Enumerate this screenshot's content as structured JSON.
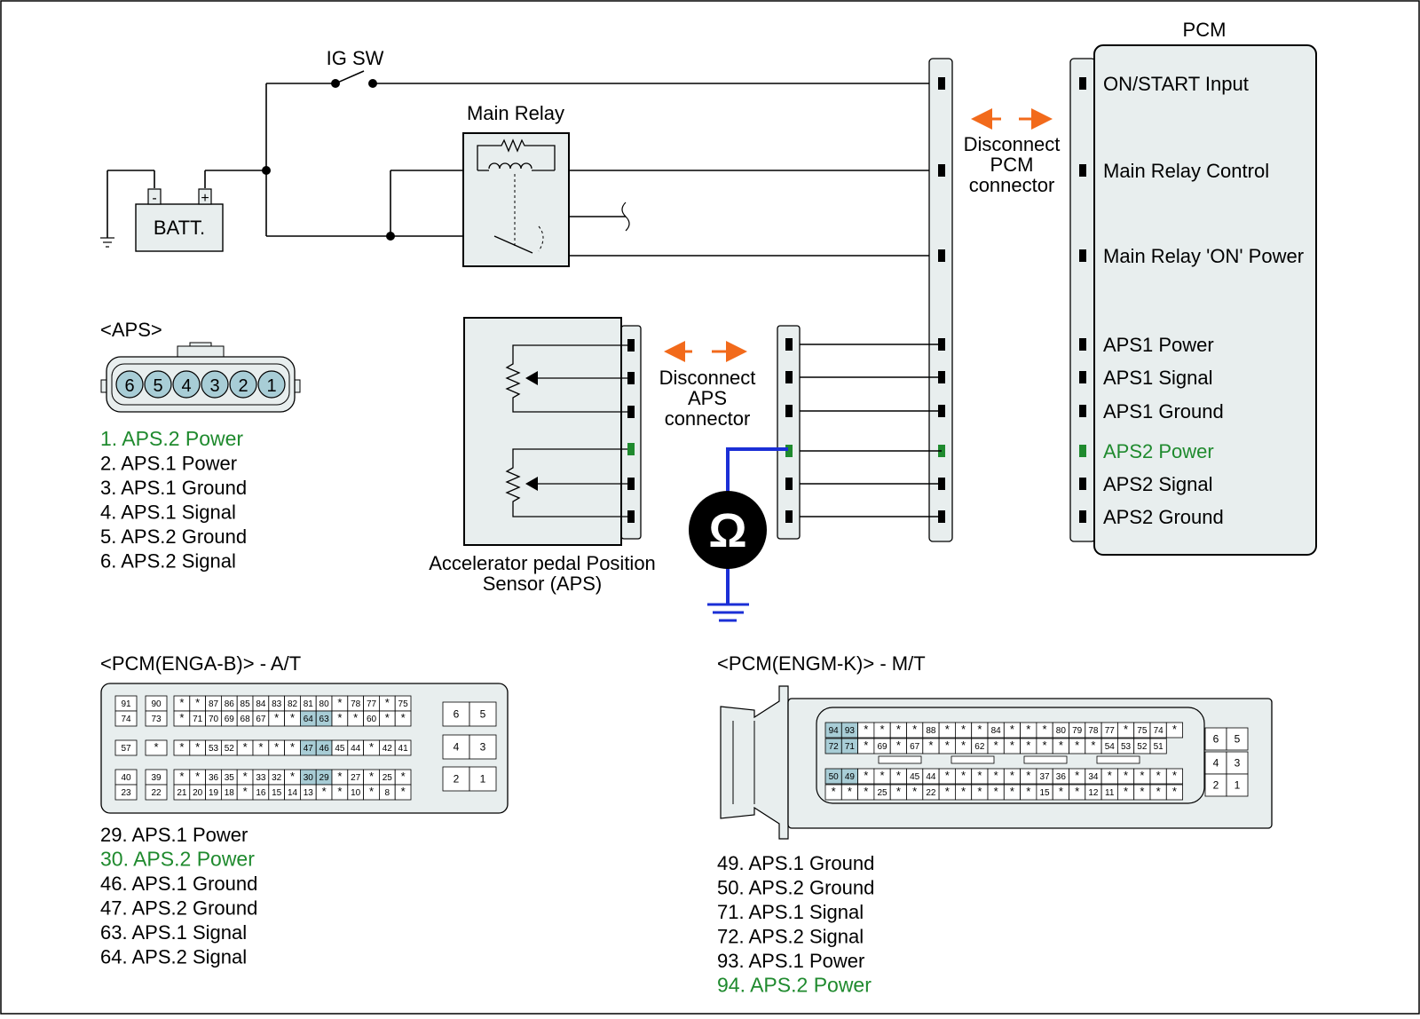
{
  "labels": {
    "ig_sw": "IG SW",
    "main_relay": "Main Relay",
    "batt": "BATT.",
    "batt_minus": "-",
    "batt_plus": "+",
    "pcm": "PCM",
    "disconnect_pcm": [
      "Disconnect",
      "PCM",
      "connector"
    ],
    "disconnect_aps": [
      "Disconnect",
      "APS",
      "connector"
    ],
    "aps_sensor": [
      "Accelerator pedal Position",
      "Sensor (APS)"
    ],
    "ohm": "Ω"
  },
  "pcm_pins": [
    {
      "label": "ON/START Input",
      "highlight": false
    },
    {
      "label": "Main Relay Control",
      "highlight": false
    },
    {
      "label": "Main Relay 'ON' Power",
      "highlight": false
    },
    {
      "label": "APS1 Power",
      "highlight": false
    },
    {
      "label": "APS1 Signal",
      "highlight": false
    },
    {
      "label": "APS1 Ground",
      "highlight": false
    },
    {
      "label": "APS2 Power",
      "highlight": true
    },
    {
      "label": "APS2 Signal",
      "highlight": false
    },
    {
      "label": "APS2 Ground",
      "highlight": false
    }
  ],
  "aps_connector": {
    "title": "<APS>",
    "pins": [
      "6",
      "5",
      "4",
      "3",
      "2",
      "1"
    ],
    "list": [
      {
        "text": "1. APS.2 Power",
        "highlight": true
      },
      {
        "text": "2. APS.1 Power",
        "highlight": false
      },
      {
        "text": "3. APS.1 Ground",
        "highlight": false
      },
      {
        "text": "4. APS.1 Signal",
        "highlight": false
      },
      {
        "text": "5. APS.2 Ground",
        "highlight": false
      },
      {
        "text": "6. APS.2 Signal",
        "highlight": false
      }
    ]
  },
  "pcm_at": {
    "title": "<PCM(ENGA-B)> - A/T",
    "rows": [
      [
        "91",
        "90",
        "*",
        "*",
        "87",
        "86",
        "85",
        "84",
        "83",
        "82",
        "81",
        "80",
        "*",
        "78",
        "77",
        "*",
        "75"
      ],
      [
        "74",
        "73",
        "*",
        "71",
        "70",
        "69",
        "68",
        "67",
        "*",
        "*",
        "64",
        "63",
        "*",
        "*",
        "60",
        "*",
        "*"
      ],
      [
        "57",
        "*",
        "*",
        "*",
        "53",
        "52",
        "*",
        "*",
        "*",
        "*",
        "47",
        "46",
        "45",
        "44",
        "*",
        "42",
        "41"
      ],
      [
        "40",
        "39",
        "*",
        "*",
        "36",
        "35",
        "*",
        "33",
        "32",
        "*",
        "30",
        "29",
        "*",
        "27",
        "*",
        "25",
        "*"
      ],
      [
        "23",
        "22",
        "21",
        "20",
        "19",
        "18",
        "*",
        "16",
        "15",
        "14",
        "13",
        "*",
        "*",
        "10",
        "*",
        "8",
        "*"
      ]
    ],
    "highlighted": [
      "64",
      "63",
      "47",
      "46",
      "30",
      "29"
    ],
    "side_blocks": [
      [
        "6",
        "5"
      ],
      [
        "4",
        "3"
      ],
      [
        "2",
        "1"
      ]
    ],
    "list": [
      {
        "text": "29. APS.1 Power",
        "highlight": false
      },
      {
        "text": "30. APS.2 Power",
        "highlight": true
      },
      {
        "text": "46. APS.1 Ground",
        "highlight": false
      },
      {
        "text": "47. APS.2 Ground",
        "highlight": false
      },
      {
        "text": "63. APS.1 Signal",
        "highlight": false
      },
      {
        "text": "64. APS.2 Signal",
        "highlight": false
      }
    ]
  },
  "pcm_mt": {
    "title": "<PCM(ENGM-K)> - M/T",
    "rows": [
      [
        "94",
        "93",
        "*",
        "*",
        "*",
        "*",
        "88",
        "*",
        "*",
        "*",
        "84",
        "*",
        "*",
        "*",
        "80",
        "79",
        "78",
        "77",
        "*",
        "75",
        "74",
        "*"
      ],
      [
        "72",
        "71",
        "*",
        "69",
        "*",
        "67",
        "*",
        "*",
        "*",
        "62",
        "*",
        "*",
        "*",
        "*",
        "*",
        "*",
        "*",
        "54",
        "53",
        "52",
        "51"
      ],
      [
        "50",
        "49",
        "*",
        "*",
        "*",
        "45",
        "44",
        "*",
        "*",
        "*",
        "*",
        "*",
        "*",
        "37",
        "36",
        "*",
        "34",
        "*",
        "*",
        "*",
        "*",
        "*"
      ],
      [
        "*",
        "*",
        "*",
        "25",
        "*",
        "*",
        "22",
        "*",
        "*",
        "*",
        "*",
        "*",
        "*",
        "15",
        "*",
        "*",
        "12",
        "11",
        "*",
        "*",
        "*",
        "*"
      ]
    ],
    "highlighted": [
      "94",
      "93",
      "72",
      "71",
      "50",
      "49"
    ],
    "side_blocks": [
      [
        "6",
        "5"
      ],
      [
        "4",
        "3"
      ],
      [
        "2",
        "1"
      ]
    ],
    "list": [
      {
        "text": "49. APS.1 Ground",
        "highlight": false
      },
      {
        "text": "50. APS.2 Ground",
        "highlight": false
      },
      {
        "text": "71. APS.1 Signal",
        "highlight": false
      },
      {
        "text": "72. APS.2 Signal",
        "highlight": false
      },
      {
        "text": "93. APS.1 Power",
        "highlight": false
      },
      {
        "text": "94. APS.2 Power",
        "highlight": true
      }
    ]
  },
  "colors": {
    "highlight_text": "#1f8a2e",
    "measure_wire": "#1b2fd6",
    "arrow": "#f26a1b",
    "connector_fill": "#e8eeee",
    "pin_highlight": "#a8cdd6"
  }
}
